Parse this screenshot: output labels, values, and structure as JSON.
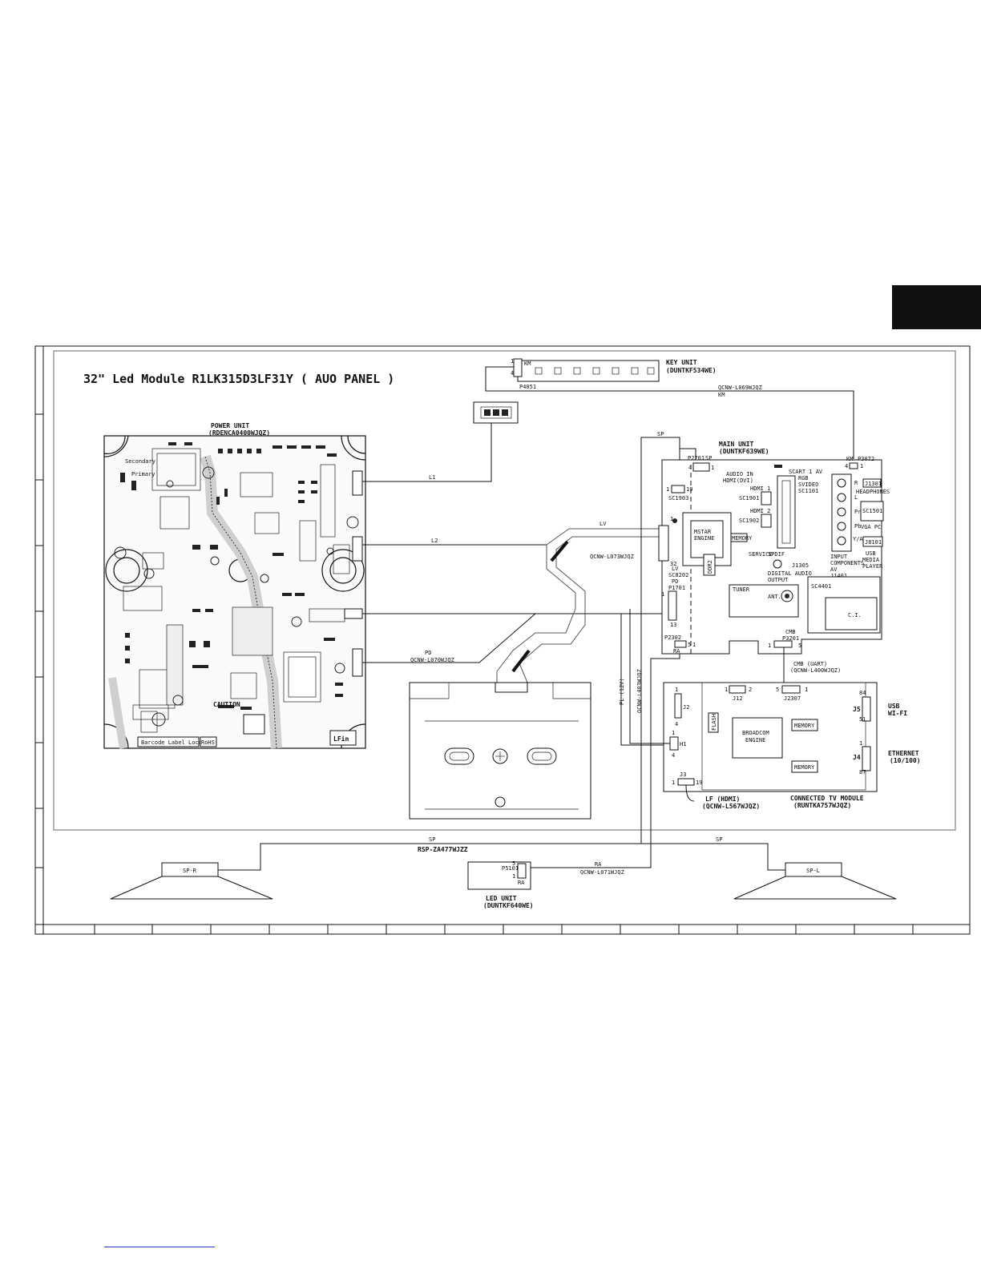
{
  "title": "32\" Led Module  R1LK315D3LF31Y ( AUO PANEL )",
  "key_unit": {
    "label": "KEY UNIT",
    "part": "(DUNTKF534WE)",
    "connector": "P4051",
    "plug": "KM",
    "pin_a": "1",
    "pin_b": "4"
  },
  "cables": {
    "km_label": "QCNW-L069WJQZ",
    "km_tag": "KM",
    "l1": "L1",
    "l2": "L2",
    "lv": "LV",
    "lv_part": "QCNW-L073WJQZ",
    "pd": "PD",
    "pd_part": "QCNW-L070WJQZ",
    "pl": "PL (12V)",
    "pl_part": "QCNW-L403WJQZ",
    "sp_top": "SP",
    "sp_bottom_left": "SP",
    "sp_bottom_right": "SP",
    "sp_part": "RSP-ZA477WJZZ",
    "ra": "RA",
    "ra_part": "QCNW-L071WJQZ",
    "cmb": "CMB (UART)",
    "cmb_part": "(QCNW-L400WJQZ)"
  },
  "power_unit": {
    "label": "POWER UNIT",
    "part": "(RDENCA0400WJQZ)",
    "secondary": "Secondary",
    "primary": "Primary",
    "caution": "CAUTION",
    "barcode": "Barcode Label Location",
    "rohs": "RoHS",
    "brand": "LFin"
  },
  "main_unit": {
    "label": "MAIN UNIT",
    "part": "(DUNTKF639WE)",
    "p2701": "P2701",
    "sp": "SP",
    "pin4": "4",
    "pin1": "1",
    "km": "KM",
    "p3072": "P3072",
    "km_pin4": "4",
    "km_pin1": "1",
    "sc1903": "SC1903",
    "sc1903_a": "1",
    "sc1903_b": "19",
    "audio_in": "AUDIO IN",
    "hdmi_dvi": "HDMI(DVI)",
    "hdmi1": "HDMI 1",
    "sc1901": "SC1901",
    "hdmi2": "HDMI 2",
    "sc1902": "SC1902",
    "scart": "SCART 1 AV",
    "rgb": "RGB",
    "svideo": "SVIDEO",
    "sc1101": "SC1101",
    "r": "R",
    "l": "L",
    "pr": "Pr",
    "pb": "Pb",
    "yav": "Y/AV",
    "input_components": "INPUT",
    "components": "COMPONENTS",
    "av": "AV",
    "j1401": "J1401",
    "j1301": "J1301",
    "headphones": "HEADPHONES",
    "sc1501": "SC1501",
    "vga_pc": "VGA PC",
    "j8101": "J8101",
    "usb": "USB",
    "media": "MEDIA",
    "player": "PLAYER",
    "mstar": "MSTAR",
    "engine": "ENGINE",
    "memory": "MEMORY",
    "service": "SERVICE",
    "spdif": "SPDIF",
    "j1305": "J1305",
    "digital_audio": "DIGITAL AUDIO",
    "output": "OUTPUT",
    "lv": "LV",
    "sc8202": "SC8202",
    "lv_1": "1",
    "lv_32": "32",
    "pd": "PD",
    "p1701": "P1701",
    "pd_1": "1",
    "pd_13": "13",
    "tuner": "TUNER",
    "ant": "ANT.",
    "sc4401": "SC4401",
    "ci": "C.I.",
    "p2302": "P2302",
    "ra": "RA",
    "p2302_5": "5",
    "p2302_1": "1",
    "cmb": "CMB",
    "p3201": "P3201",
    "cmb_1": "1",
    "cmb_5": "5",
    "ddr": "DDR2"
  },
  "ctv_module": {
    "label": "CONNECTED TV MODULE",
    "part": "(RUNTKA757WJQZ)",
    "j12": "J12",
    "j12_1": "1",
    "j12_2": "2",
    "j2307": "J2307",
    "j2307_5": "5",
    "j2307_1": "1",
    "j2": "J2",
    "j2_1": "1",
    "j2_4": "4",
    "h1": "H1",
    "h1_1": "1",
    "h1_4": "4",
    "j3": "J3",
    "j3_1": "1",
    "j3_19": "19",
    "flash": "FLASH",
    "broadcom": "BROADCOM",
    "engine": "ENGINE",
    "memory1": "MEMORY",
    "memory2": "MEMORY",
    "j5": "J5",
    "j5_84": "84",
    "j5_51": "51",
    "usb": "USB",
    "wifi": "WI-FI",
    "j4": "J4",
    "j4_1": "1",
    "j4_87": "87",
    "ethernet": "ETHERNET",
    "ethernet_speed": "(10/100)"
  },
  "lf_hdmi": {
    "label": "LF (HDMI)",
    "part": "(QCNW-L567WJQZ)"
  },
  "speakers": {
    "left": "SP-L",
    "right": "SP-R"
  },
  "led_unit": {
    "label": "LED UNIT",
    "part": "(DUNTKF640WE)",
    "connector": "P5101",
    "pin5": "5",
    "pin1": "1",
    "ra": "RA"
  }
}
